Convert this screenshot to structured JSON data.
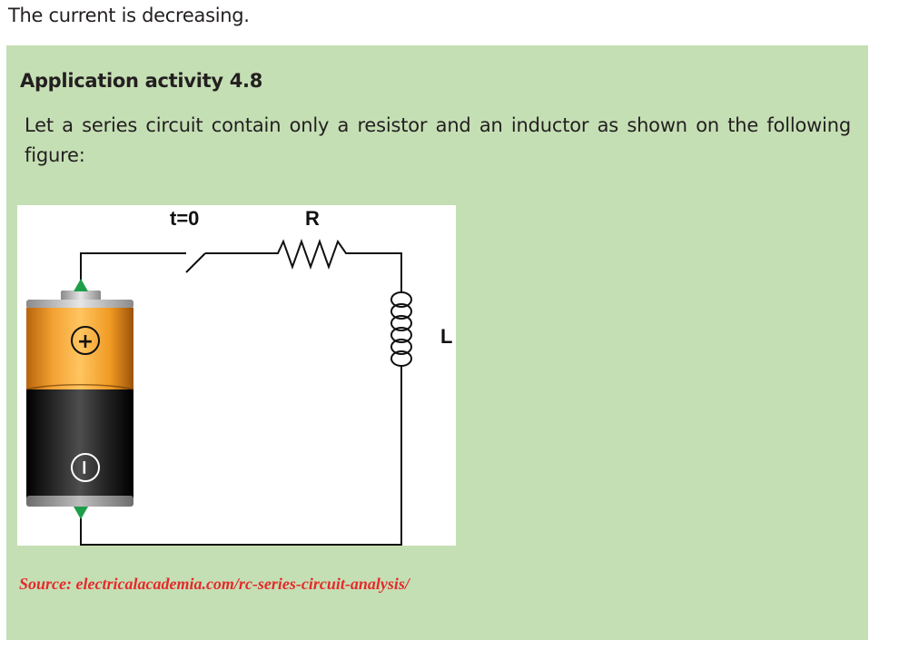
{
  "intro": {
    "text": "The current is decreasing."
  },
  "activity": {
    "title": "Application activity 4.8",
    "text": "Let a series circuit contain only a resistor and an inductor as shown on the following figure:",
    "source": "Source: electricalacademia.com/rc-series-circuit-analysis/"
  },
  "figure": {
    "switch_label": "t=0",
    "resistor_label": "R",
    "inductor_label": "L",
    "positive_symbol": "+",
    "negative_symbol": "−",
    "icons": [
      "battery-icon",
      "switch-icon",
      "resistor-icon",
      "inductor-icon"
    ],
    "colors": {
      "battery_top": "#f09a24",
      "battery_bottom": "#1a1a1a",
      "terminal_marker": "#1e9e4a",
      "box_background": "#c5dfb4",
      "source_text": "#e32b2b"
    }
  }
}
